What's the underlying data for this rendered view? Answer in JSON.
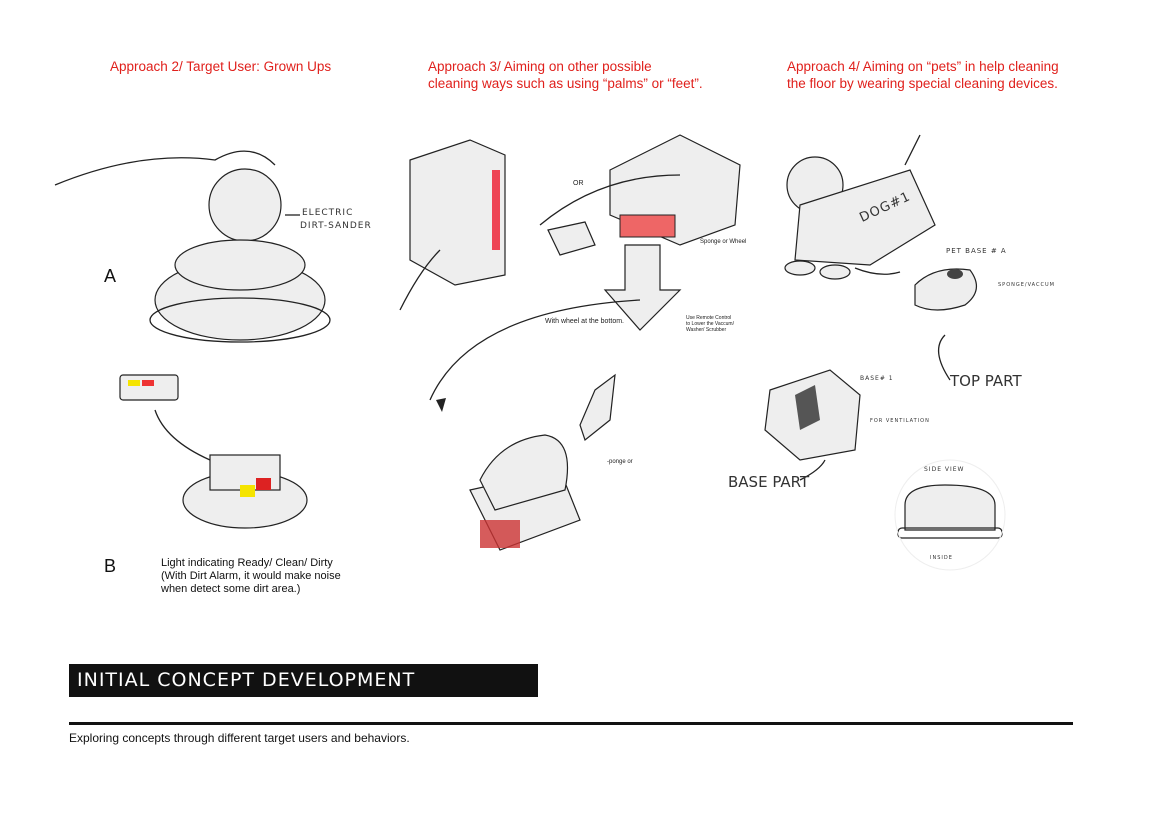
{
  "approaches": [
    {
      "line1": "Approach 2/ Target User:  Grown Ups",
      "line2": ""
    },
    {
      "line1": "Approach 3/ Aiming on other possible",
      "line2": "cleaning ways such as using “palms” or “feet”."
    },
    {
      "line1": "Approach 4/ Aiming on “pets” in help cleaning",
      "line2": "the floor by wearing special cleaning devices."
    }
  ],
  "sketch_labels": {
    "a": "A",
    "b": "B",
    "electric": "ELECTRIC",
    "dirt_sander": "DIRT-SANDER",
    "b_caption": [
      "Light indicating Ready/ Clean/ Dirty",
      "(With Dirt Alarm, it would make noise",
      "when detect some dirt area.)"
    ],
    "or": "OR",
    "sponge_wheel": "Sponge or Wheel",
    "wheel_bottom": "With wheel at the bottom.",
    "remote": [
      "Use Remote Control",
      "to Lower the Vaccum/",
      "Washer/ Scrubber"
    ],
    "sponge_or": "-ponge or",
    "dog": "DOG#1",
    "pet_base": "PET BASE # A",
    "sponge_vaccum": "SPONGE/VACCUM",
    "top_part": "TOP PART",
    "base1": "BASE# 1",
    "ventilation": "FOR VENTILATION",
    "base_part": "BASE PART",
    "side_view": "SIDE VIEW",
    "inside": "INSIDE"
  },
  "footer": {
    "title": "INITIAL  CONCEPT  DEVELOPMENT  CONTINUED",
    "subtitle": "Exploring concepts through different target users and behaviors."
  }
}
